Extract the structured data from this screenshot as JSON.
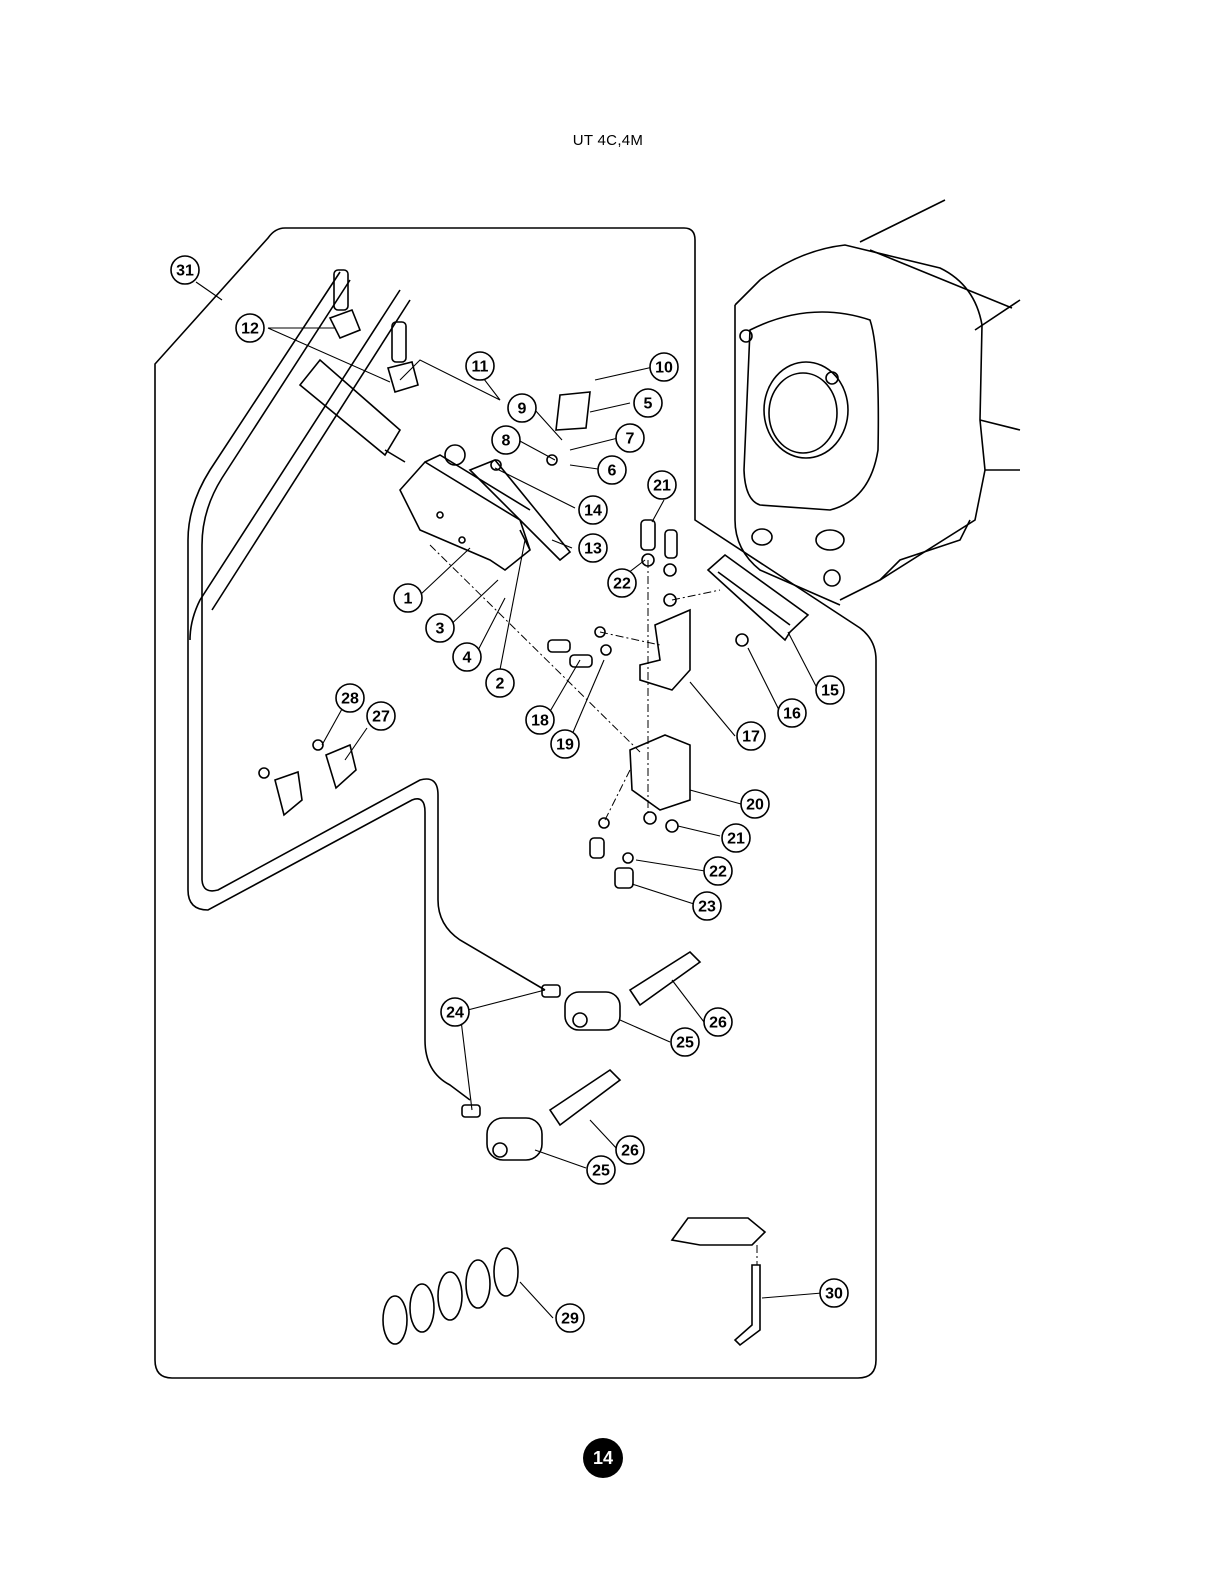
{
  "page": {
    "title": "UT 4C,4M",
    "page_number": "14"
  },
  "callouts": [
    "1",
    "2",
    "3",
    "4",
    "5",
    "6",
    "7",
    "8",
    "9",
    "10",
    "11",
    "12",
    "13",
    "14",
    "15",
    "16",
    "17",
    "18",
    "19",
    "20",
    "21",
    "22",
    "23",
    "24",
    "25",
    "26",
    "27",
    "28",
    "29",
    "30",
    "31"
  ]
}
